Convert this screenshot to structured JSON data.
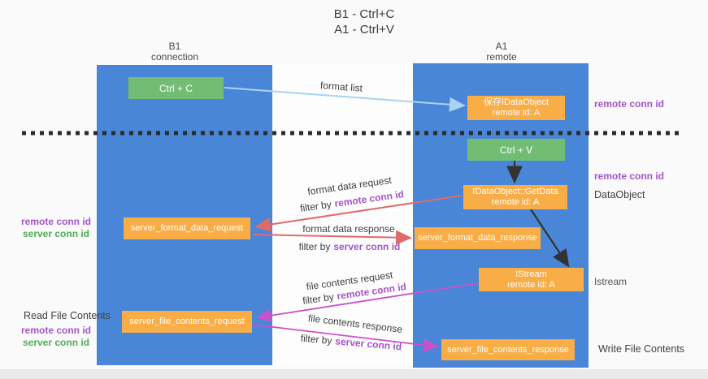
{
  "title": {
    "line1": "B1 - Ctrl+C",
    "line2": "A1 - Ctrl+V"
  },
  "lifelines": {
    "left": {
      "name": "B1",
      "role": "connection"
    },
    "right": {
      "name": "A1",
      "role": "remote"
    }
  },
  "boxes": {
    "ctrl_c": "Ctrl + C",
    "ctrl_v": "Ctrl + V",
    "save_dataobject_line1": "保存IDataObject",
    "save_dataobject_line2": "remote id: A",
    "getdata_line1": "IDataObject::GetData",
    "getdata_line2": "remote id: A",
    "istream_line1": "IStream",
    "istream_line2": "remote id: A",
    "format_request": "server_format_data_request",
    "format_response": "server_format_data_response",
    "file_request": "server_file_contents_request",
    "file_response": "server_file_contents_response"
  },
  "labels": {
    "format_list": "format list",
    "format_data_request": "format data request",
    "format_data_response": "format data response",
    "file_contents_request": "file contents request",
    "file_contents_response": "file contents response",
    "filter_by": "filter by",
    "remote_conn_id": "remote conn id",
    "server_conn_id": "server conn id",
    "dataobject": "DataObject",
    "istream": "Istream",
    "read_file_contents": "Read File Contents",
    "write_file_contents": "Write File Contents"
  },
  "colors": {
    "lifeline_blue": "#4a86d8",
    "action_green": "#70bd73",
    "message_orange": "#f9ad47",
    "arrow_light_blue": "#a9d3f0",
    "arrow_red": "#e06a6a",
    "arrow_magenta": "#cc4fcc",
    "arrow_black": "#333333",
    "separator_black": "#2b2b2b",
    "remote_conn_purple": "#a355c8",
    "server_conn_green": "#4cae50"
  }
}
